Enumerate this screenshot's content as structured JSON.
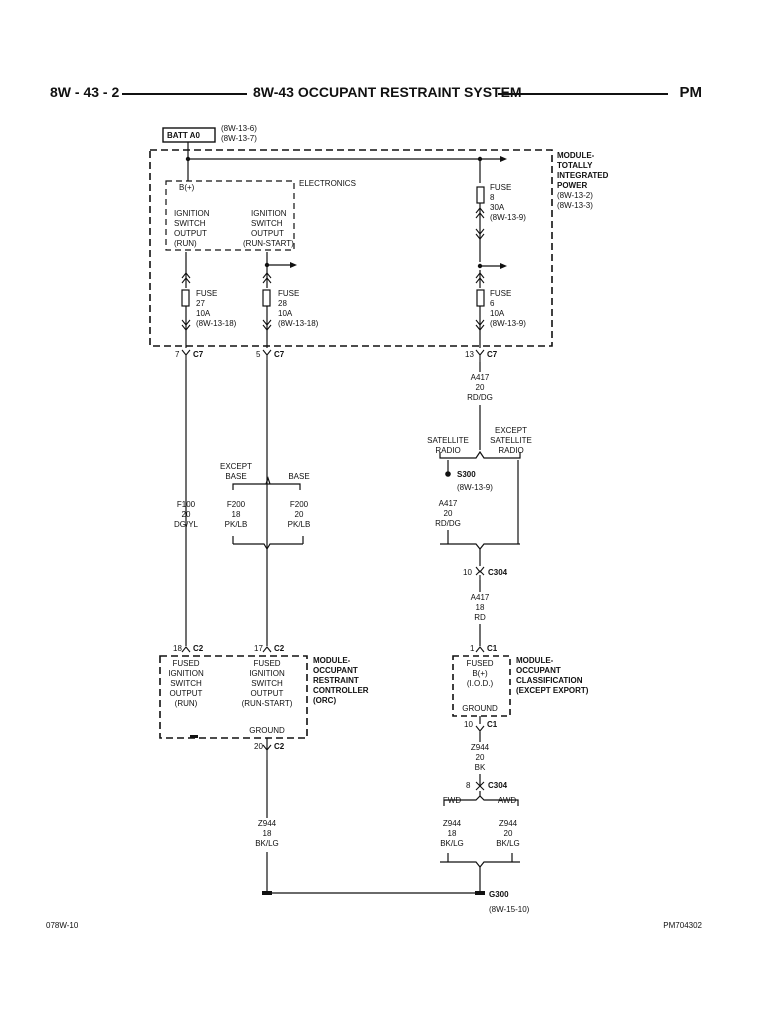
{
  "header": {
    "left": "8W - 43 - 2",
    "title": "8W-43 OCCUPANT RESTRAINT SYSTEM",
    "right": "PM"
  },
  "footer": {
    "left": "078W-10",
    "right": "PM704302"
  },
  "battery": {
    "label": "BATT A0",
    "ref1": "(8W-13-6)",
    "ref2": "(8W-13-7)"
  },
  "tipm": {
    "name": [
      "MODULE-",
      "TOTALLY",
      "INTEGRATED",
      "POWER"
    ],
    "refs": [
      "(8W-13-2)",
      "(8W-13-3)"
    ],
    "electronics": "ELECTRONICS",
    "bplus": "B(+)",
    "run_output": [
      "IGNITION",
      "SWITCH",
      "OUTPUT",
      "(RUN)"
    ],
    "runstart_output": [
      "IGNITION",
      "SWITCH",
      "OUTPUT",
      "(RUN-START)"
    ],
    "fuses": [
      {
        "lines": [
          "FUSE",
          "27",
          "10A",
          "(8W-13-18)"
        ]
      },
      {
        "lines": [
          "FUSE",
          "28",
          "10A",
          "(8W-13-18)"
        ]
      },
      {
        "lines": [
          "FUSE",
          "8",
          "30A",
          "(8W-13-9)"
        ]
      },
      {
        "lines": [
          "FUSE",
          "6",
          "10A",
          "(8W-13-9)"
        ]
      }
    ],
    "pins": [
      {
        "pin": "7",
        "conn": "C7"
      },
      {
        "pin": "5",
        "conn": "C7"
      },
      {
        "pin": "13",
        "conn": "C7"
      }
    ]
  },
  "wires": {
    "f100": [
      "F100",
      "20",
      "DG/YL"
    ],
    "f200_a": [
      "F200",
      "18",
      "PK/LB"
    ],
    "f200_b": [
      "F200",
      "20",
      "PK/LB"
    ],
    "a417_top": [
      "A417",
      "20",
      "RD/DG"
    ],
    "a417_mid": [
      "A417",
      "20",
      "RD/DG"
    ],
    "a417_bot": [
      "A417",
      "18",
      "RD"
    ],
    "z944_left": [
      "Z944",
      "18",
      "BK/LG"
    ],
    "z944_mid": [
      "Z944",
      "20",
      "BK"
    ],
    "z944_fwd": [
      "Z944",
      "18",
      "BK/LG"
    ],
    "z944_awd": [
      "Z944",
      "20",
      "BK/LG"
    ]
  },
  "options": {
    "except_base": [
      "EXCEPT",
      "BASE"
    ],
    "base": "BASE",
    "satellite": [
      "SATELLITE",
      "RADIO"
    ],
    "except_satellite": [
      "EXCEPT",
      "SATELLITE",
      "RADIO"
    ],
    "fwd": "FWD",
    "awd": "AWD"
  },
  "splice": {
    "label": "S300",
    "ref": "(8W-13-9)"
  },
  "c304_a": {
    "pin": "10",
    "conn": "C304"
  },
  "c304_b": {
    "pin": "8",
    "conn": "C304"
  },
  "orc": {
    "name": [
      "MODULE-",
      "OCCUPANT",
      "RESTRAINT",
      "CONTROLLER",
      "(ORC)"
    ],
    "pin_a": {
      "pin": "18",
      "conn": "C2"
    },
    "pin_b": {
      "pin": "17",
      "conn": "C2"
    },
    "pin_g": {
      "pin": "20",
      "conn": "C2"
    },
    "run": [
      "FUSED",
      "IGNITION",
      "SWITCH",
      "OUTPUT",
      "(RUN)"
    ],
    "runstart": [
      "FUSED",
      "IGNITION",
      "SWITCH",
      "OUTPUT",
      "(RUN-START)"
    ],
    "ground": "GROUND"
  },
  "occ": {
    "name": [
      "MODULE-",
      "OCCUPANT",
      "CLASSIFICATION",
      "(EXCEPT EXPORT)"
    ],
    "pin_a": {
      "pin": "1",
      "conn": "C1"
    },
    "pin_g": {
      "pin": "10",
      "conn": "C1"
    },
    "fused": [
      "FUSED",
      "B(+)",
      "(I.O.D.)"
    ],
    "ground": "GROUND"
  },
  "g300": {
    "label": "G300",
    "ref": "(8W-15-10)"
  }
}
